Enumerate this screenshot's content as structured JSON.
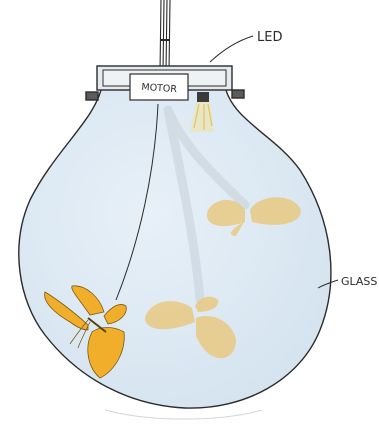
{
  "labels": {
    "motor": "MOTOR",
    "led": "LED",
    "glass": "GLASS"
  },
  "colors": {
    "glass_fill": "#dde9f3",
    "ink": "#2b2b2b",
    "butterfly": "#f0ae2a",
    "butterfly_ghost": "#e9c77a",
    "led_beam": "#f3e2a4"
  }
}
